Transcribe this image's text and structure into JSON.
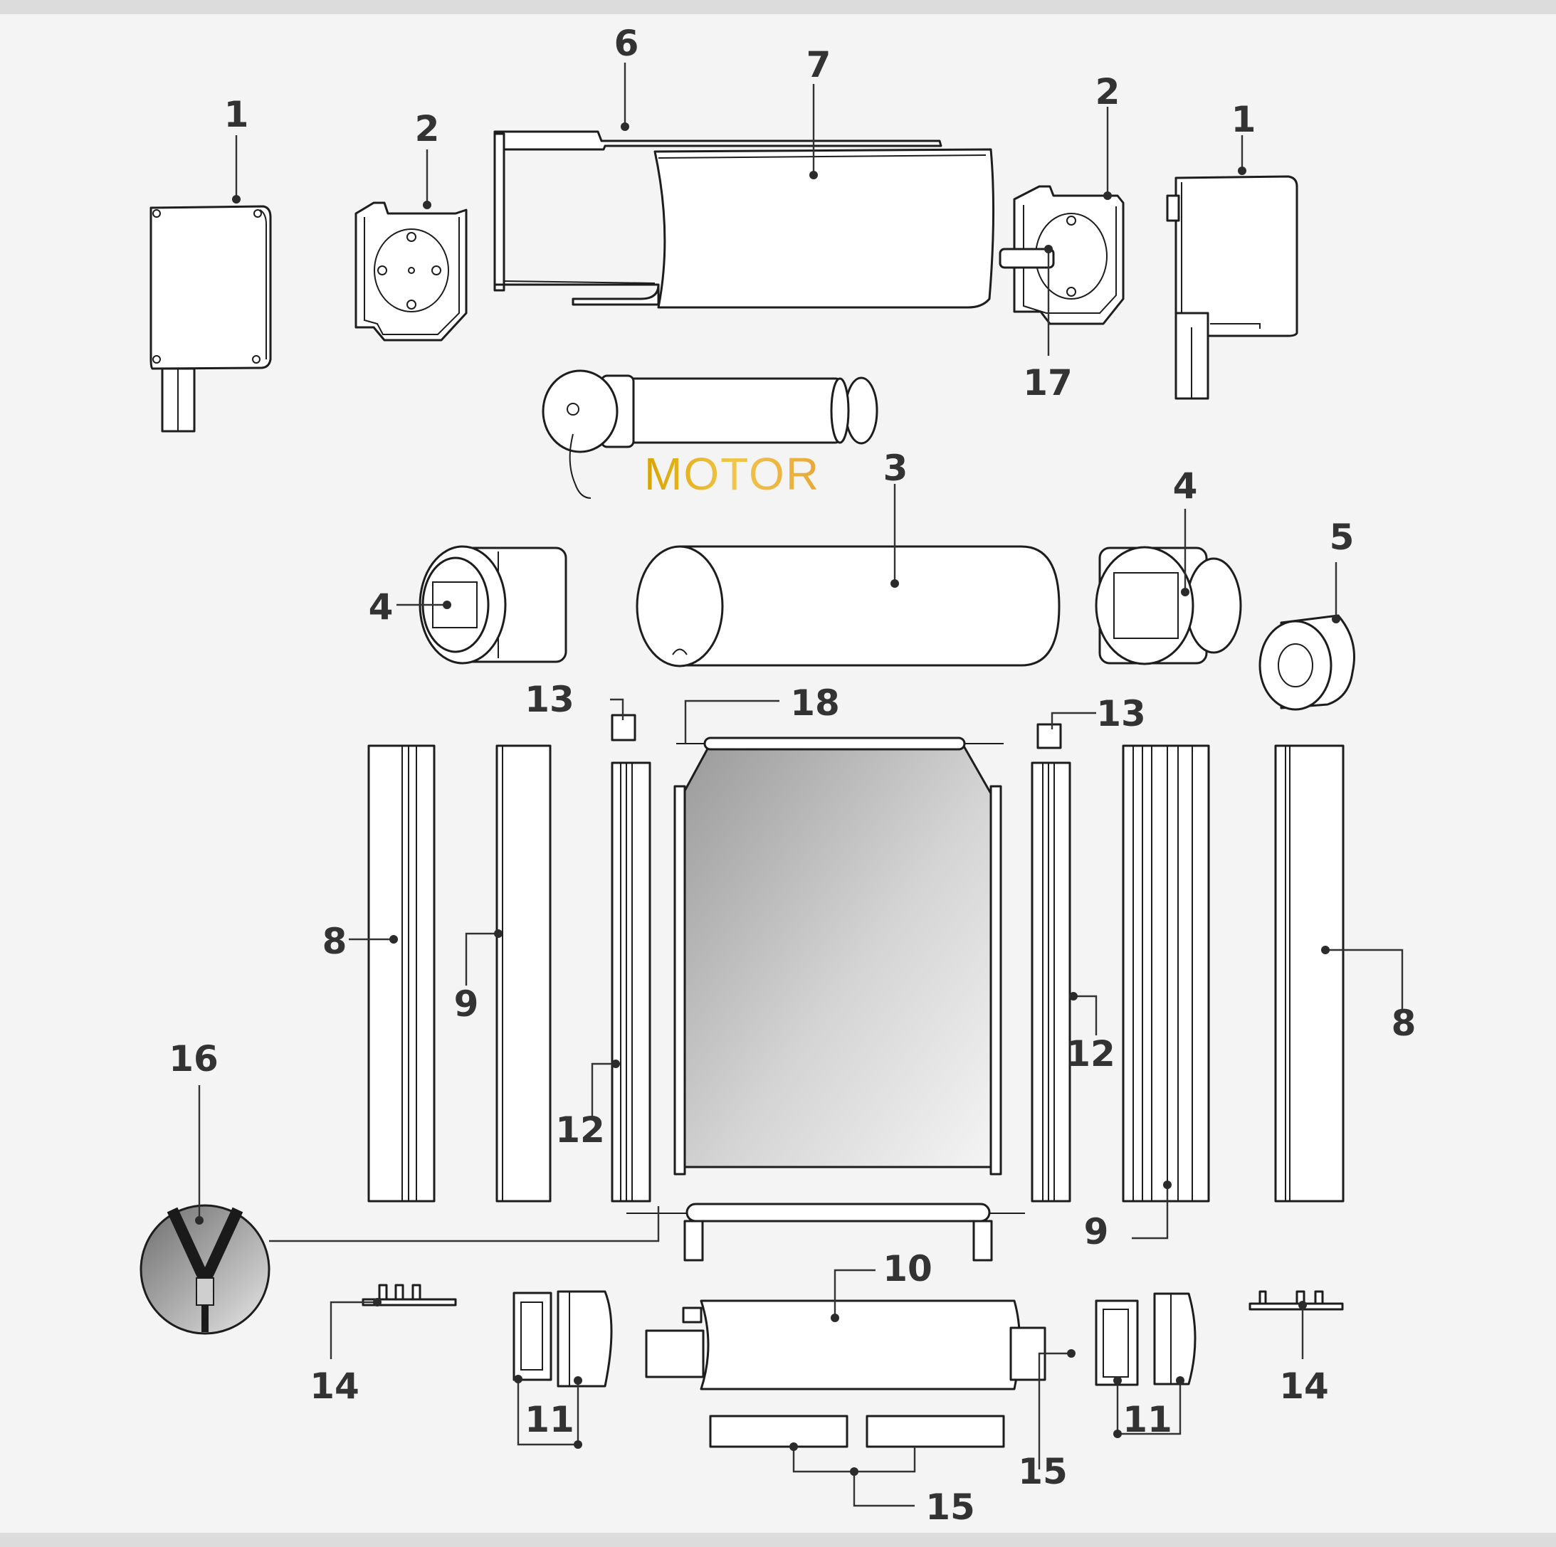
{
  "diagram": {
    "motor_label": "MOTOR",
    "colors": {
      "motor_gradient_start": "#d9a400",
      "motor_gradient_mid": "#f0c64a",
      "motor_gradient_end": "#e8a838",
      "background": "#f4f4f4",
      "line": "#1d1d1d",
      "callout_text": "#333333"
    },
    "callouts": {
      "c1_left": "1",
      "c2_left": "2",
      "c6": "6",
      "c7": "7",
      "c2_right": "2",
      "c1_right": "1",
      "c17": "17",
      "c3": "3",
      "c4_right": "4",
      "c4_left": "4",
      "c5": "5",
      "c13_left": "13",
      "c18": "18",
      "c13_right": "13",
      "c8_left": "8",
      "c9_left": "9",
      "c12_left": "12",
      "c12_right": "12",
      "c8_right": "8",
      "c16": "16",
      "c9_right": "9",
      "c10": "10",
      "c14_left": "14",
      "c11_left": "11",
      "c15_right": "15",
      "c11_right": "11",
      "c14_right": "14",
      "c15_bottom": "15"
    }
  }
}
